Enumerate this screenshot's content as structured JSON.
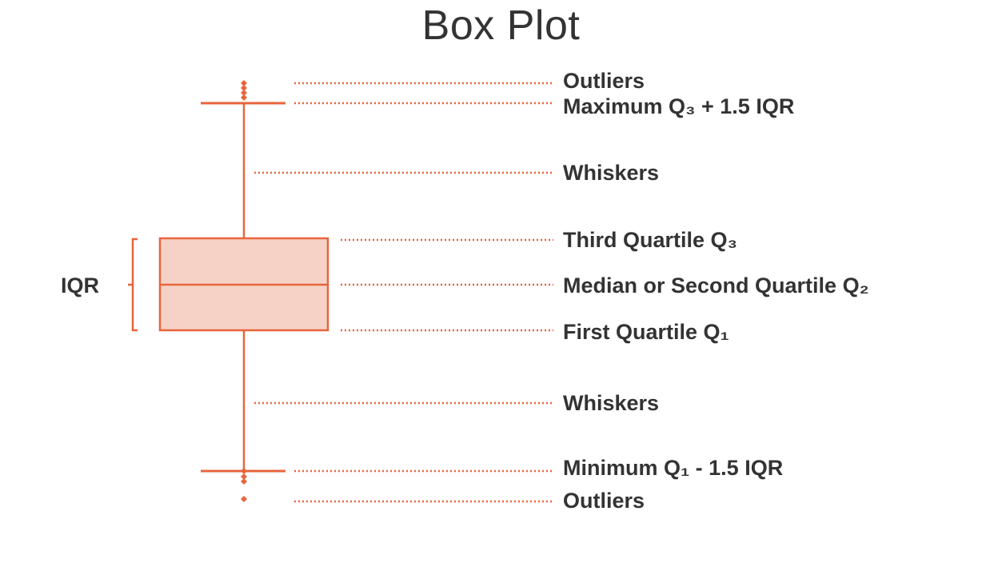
{
  "title": "Box Plot",
  "iqr_label": "IQR",
  "accent_color": "#E8643C",
  "box_fill": "#F6D2C6",
  "labels": {
    "outliers_top": "Outliers",
    "maximum": "Maximum   Q₃ + 1.5 IQR",
    "whiskers_top": "Whiskers",
    "third_quartile": "Third Quartile Q₃",
    "median": "Median or Second Quartile Q₂",
    "first_quartile": "First Quartile Q₁",
    "whiskers_bottom": "Whiskers",
    "minimum": "Minimum Q₁ - 1.5 IQR",
    "outliers_bottom": "Outliers"
  }
}
